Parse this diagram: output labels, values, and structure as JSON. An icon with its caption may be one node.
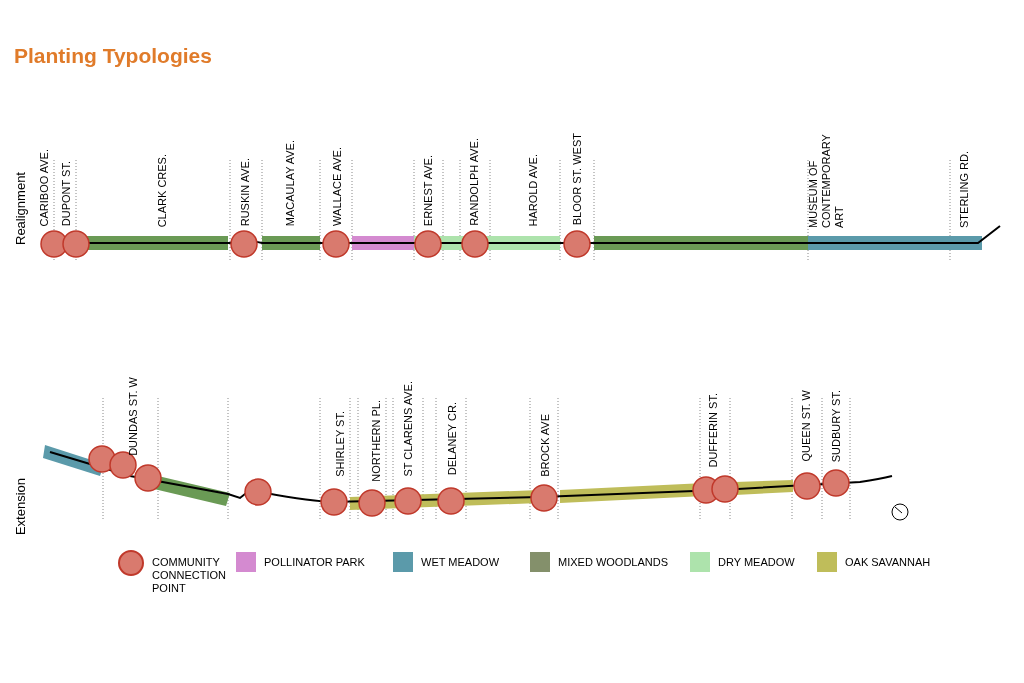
{
  "diagram": {
    "title": "Planting Typologies",
    "labels": [
      "Realignment",
      "CARIBOO AVE.",
      "DUPONT ST.",
      "CLARK CRES.",
      "RUSKIN AVE.",
      "MACAULAY AVE.",
      "WALLACE AVE.",
      "ERNEST AVE.",
      "RANDOLPH AVE.",
      "HAROLD AVE.",
      "BLOOR ST. WEST",
      "MUSEUM OF CONTEMPORARY ART",
      "STERLING RD.",
      "Extension",
      "DUNDAS ST. W",
      "SHIRLEY ST.",
      "NORTHERN PL.",
      "ST CLARENS AVE.",
      "DELANEY CR.",
      "BROCK AVE",
      "DUFFERIN ST.",
      "QUEEN ST. W",
      "SUDBURY ST."
    ],
    "legend": [
      {
        "text": "COMMUNITY CONNECTION POINT"
      },
      {
        "text": "POLLINATOR PARK",
        "color": "#d48ad0"
      },
      {
        "text": "WET MEADOW",
        "color": "#5b9aaa"
      },
      {
        "text": "MIXED WOODLANDS",
        "color": "#84906b"
      },
      {
        "text": "DRY MEADOW",
        "color": "#ade3ac"
      },
      {
        "text": "OAK SAVANNAH",
        "color": "#bfbd5a"
      }
    ]
  }
}
